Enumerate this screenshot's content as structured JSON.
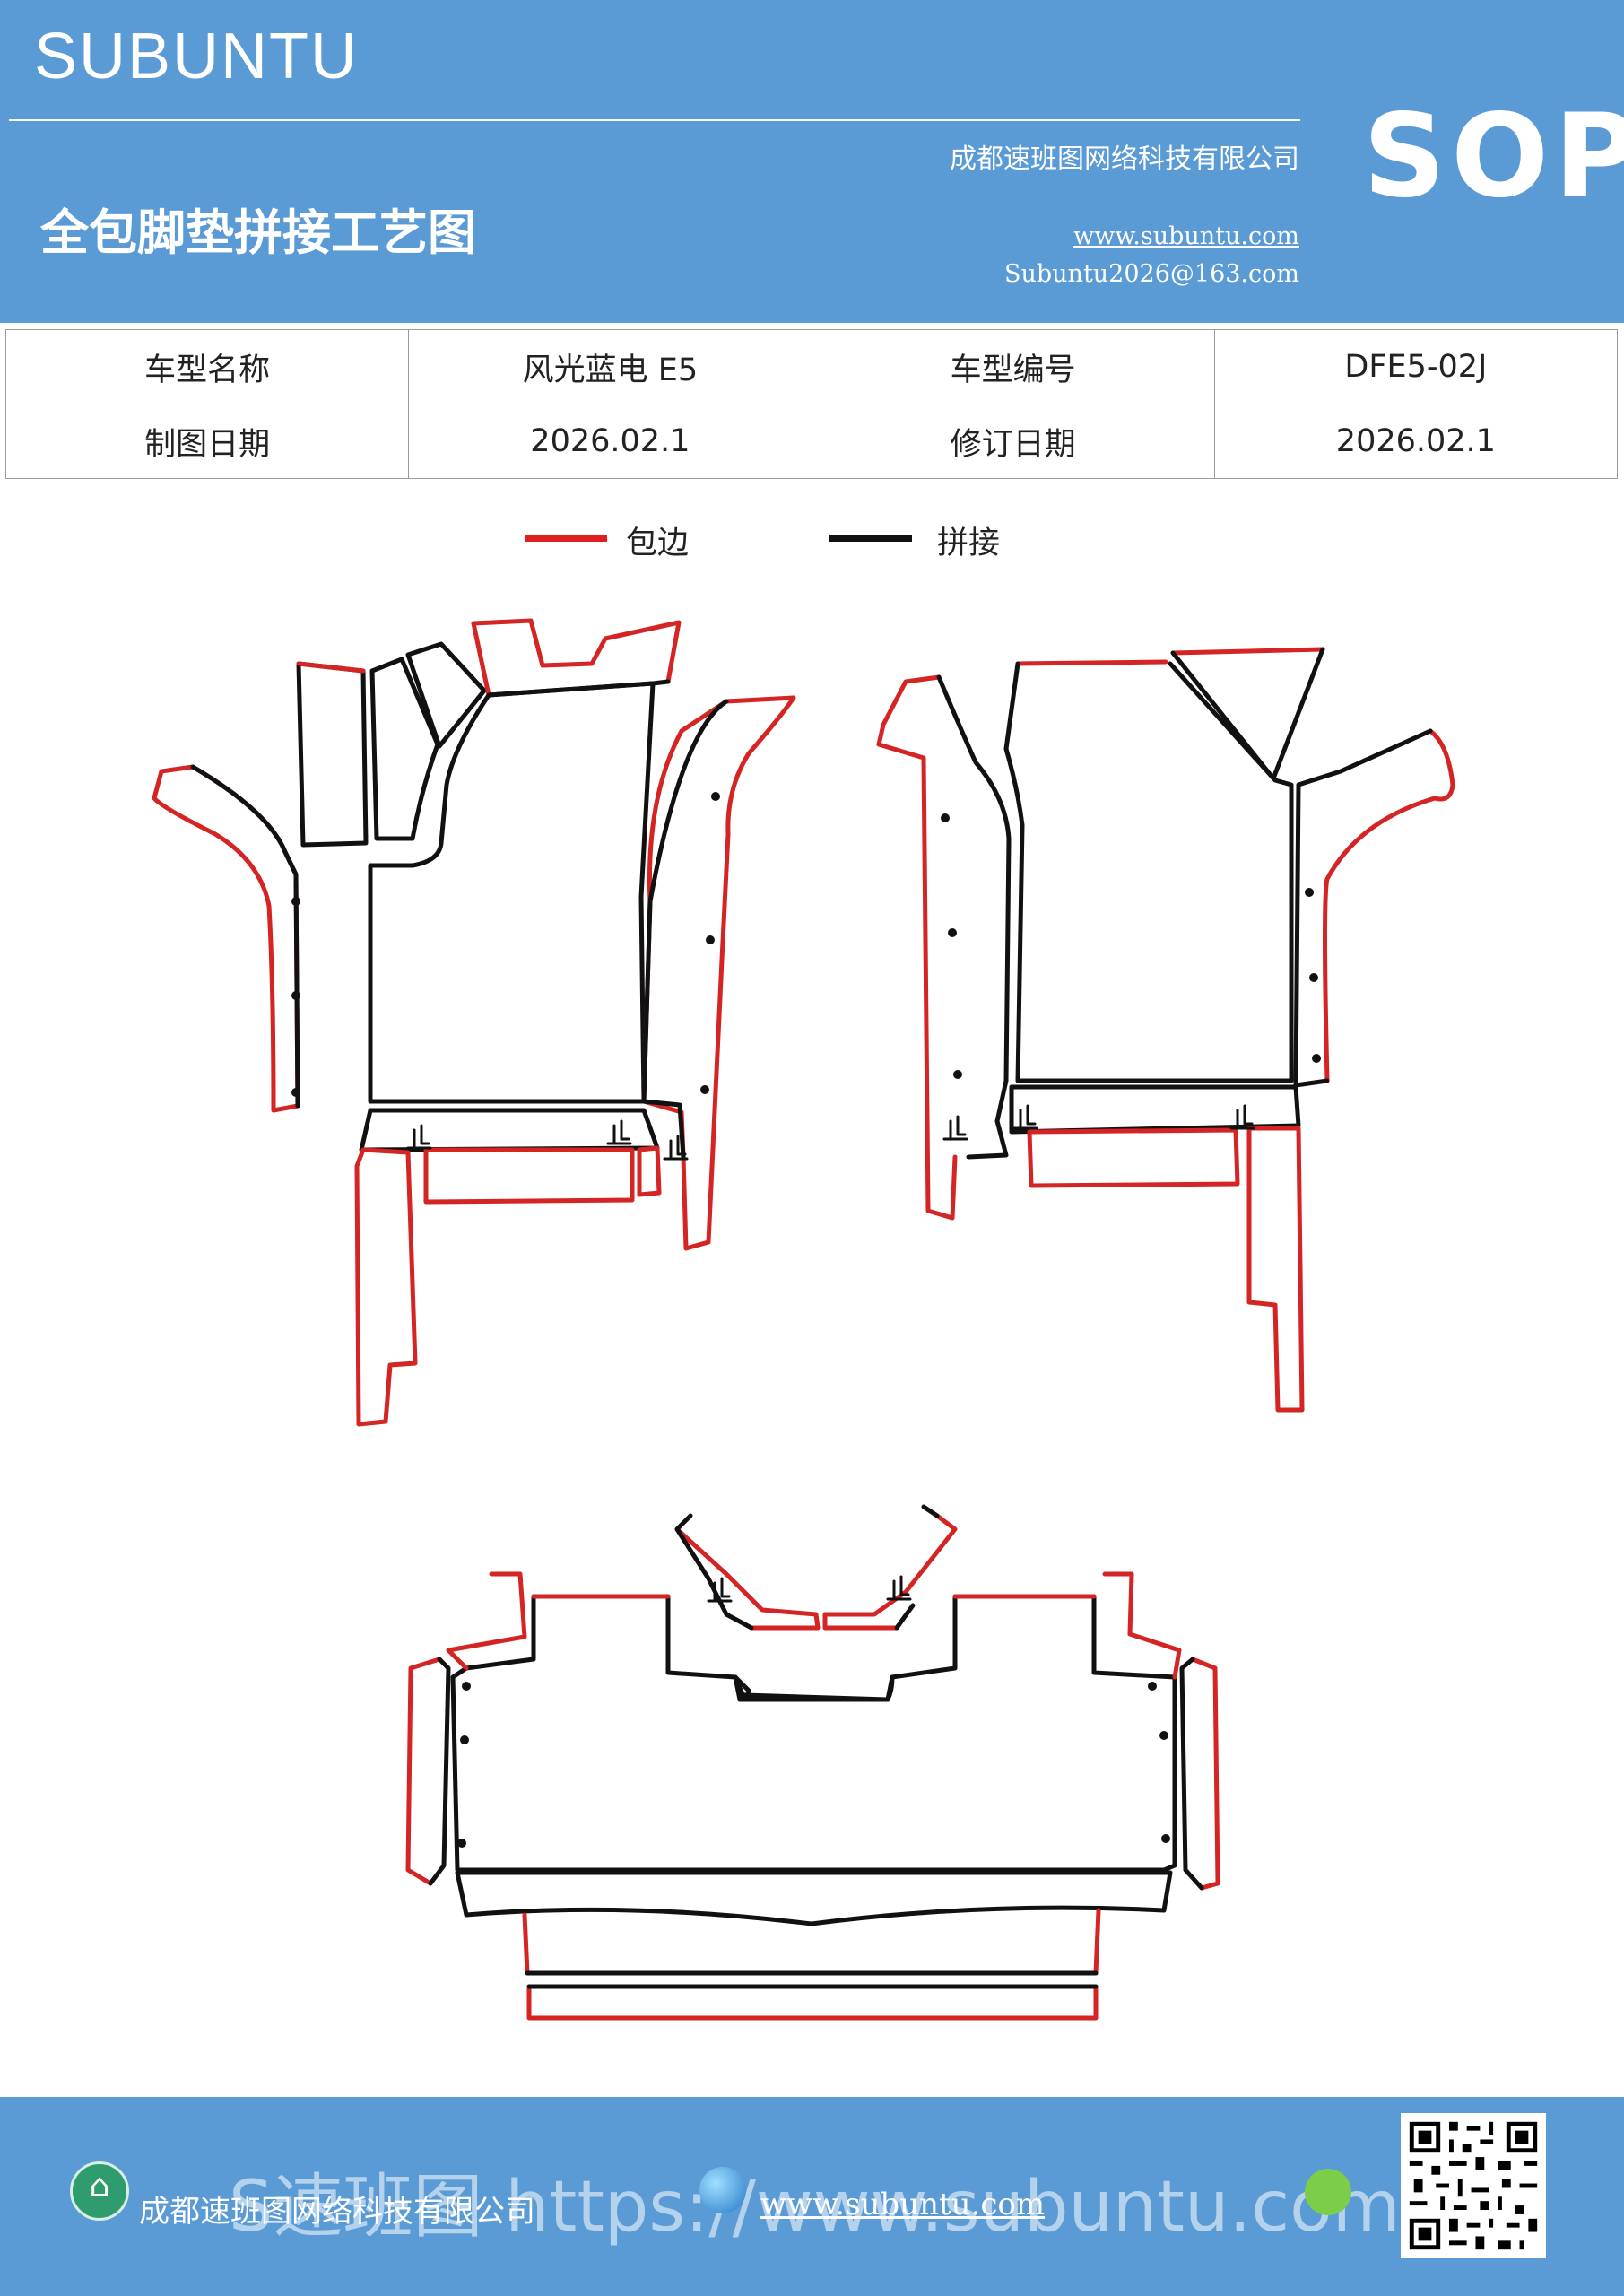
{
  "header": {
    "brand": "SUBUNTU",
    "badge": "SOP",
    "title": "全包脚垫拼接工艺图",
    "company": "成都速班图网络科技有限公司",
    "website": "www.subuntu.com",
    "email": "Subuntu2026@163.com"
  },
  "info_table": {
    "rows": [
      [
        "车型名称",
        "风光蓝电 E5",
        "车型编号",
        "DFE5-02J"
      ],
      [
        "制图日期",
        "2026.02.1",
        "修订日期",
        "2026.02.1"
      ]
    ]
  },
  "legend": [
    {
      "label": "包边",
      "color": "#e01f1f"
    },
    {
      "label": "拼接",
      "color": "#111111"
    }
  ],
  "footer": {
    "company": "成都速班图网络科技有限公司",
    "website": "www.subuntu.com",
    "watermark": "S速班图 https://www.subuntu.com"
  },
  "colors": {
    "header_bg": "#5b9bd5",
    "edge_red": "#d42424",
    "seam_black": "#111111"
  }
}
